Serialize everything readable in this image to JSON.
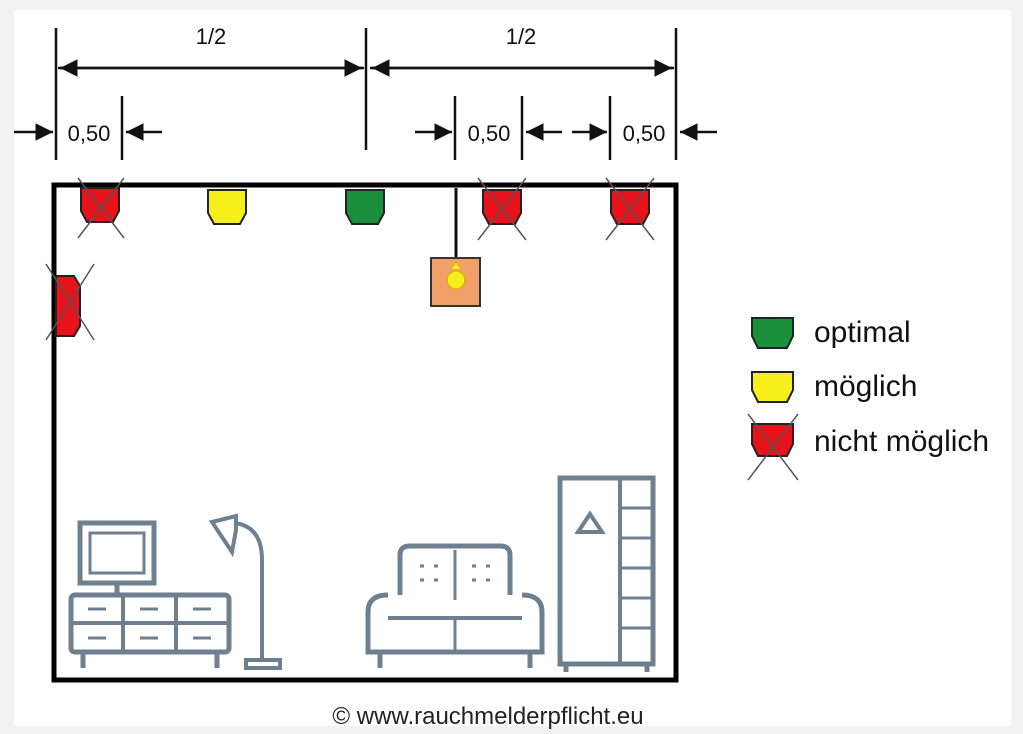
{
  "dimensions": {
    "half_left": "1/2",
    "half_right": "1/2",
    "offset_left": "0,50",
    "offset_mid": "0,50",
    "offset_right": "0,50"
  },
  "legend": {
    "optimal": "optimal",
    "possible": "möglich",
    "not_possible": "nicht möglich"
  },
  "colors": {
    "optimal": "#1a8f3c",
    "possible": "#f7ef1c",
    "not_possible": "#e8121b",
    "furniture": "#6e7f8f",
    "lamp_box": "#f2a06a"
  },
  "icons": {
    "smoke_detector": "smoke-detector-icon",
    "ceiling_lamp": "ceiling-lamp-icon",
    "tv": "tv-icon",
    "floor_lamp": "floor-lamp-icon",
    "armchair": "armchair-icon",
    "wardrobe": "wardrobe-icon"
  },
  "credit": "© www.rauchmelderpflicht.eu"
}
